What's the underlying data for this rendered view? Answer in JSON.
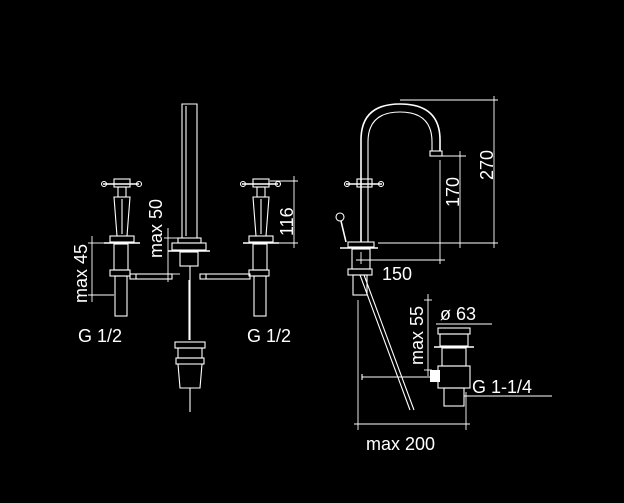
{
  "drawing": {
    "background_color": "#000000",
    "line_color": "#ffffff",
    "dimensions": {
      "hand_shower_max": "max 50",
      "left_valve_max": "max 45",
      "left_thread": "G 1/2",
      "right_valve_height": "116",
      "right_thread": "G 1/2",
      "spout_total_height": "270",
      "spout_outlet_height": "170",
      "spout_reach": "150",
      "drain_max_height": "max 55",
      "drain_diameter": "ø 63",
      "drain_thread": "G 1-1/4",
      "rod_max_length": "max 200"
    }
  }
}
